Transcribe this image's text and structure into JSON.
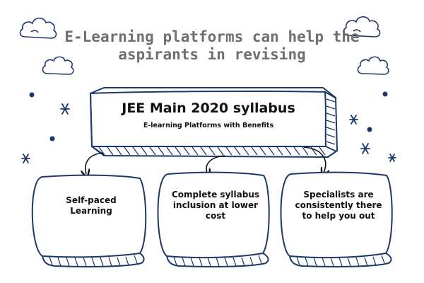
{
  "headline": {
    "line1": "E-Learning platforms can help the",
    "line2": "aspirants in revising"
  },
  "main_box": {
    "title": "JEE Main 2020 syllabus",
    "subtitle": "E-learning Platforms with Benefits"
  },
  "cards": [
    {
      "line1": "Self-paced",
      "line2": "Learning",
      "line3": ""
    },
    {
      "line1": "Complete syllabus",
      "line2": "inclusion at lower",
      "line3": "cost"
    },
    {
      "line1": "Specialists are",
      "line2": "consistently there",
      "line3": "to help you out"
    }
  ],
  "colors": {
    "outline": "#1b3a6b",
    "headline_text": "#6f6f6f",
    "body_text": "#111111",
    "background": "#ffffff"
  },
  "decorations": [
    "cloud-icon",
    "star-icon",
    "dot-icon"
  ]
}
